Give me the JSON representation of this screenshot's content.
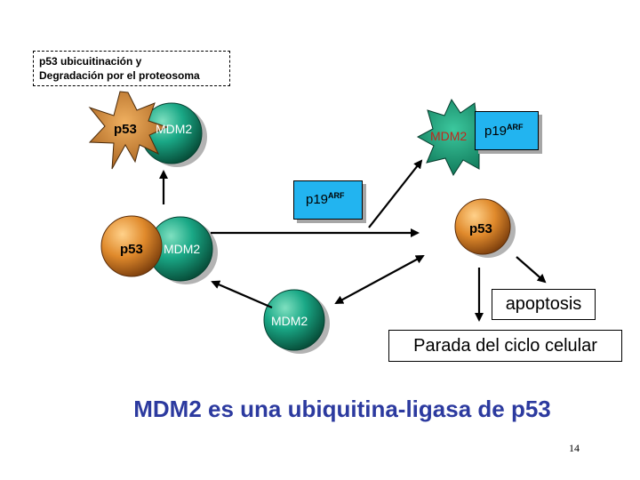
{
  "note": {
    "line1": "p53 ubicuitinación y",
    "line2": "Degradación por el proteosoma"
  },
  "nodes": {
    "complex_top_p53": "p53",
    "complex_top_mdm2": "MDM2",
    "complex_left_p53": "p53",
    "complex_left_mdm2": "MDM2",
    "mdm2_free": "MDM2",
    "p53_free": "p53",
    "mdm2_bound": "MDM2"
  },
  "p19": {
    "base": "p19",
    "sup": "ARF"
  },
  "outcomes": {
    "apoptosis": "apoptosis",
    "arrest": "Parada del ciclo celular"
  },
  "title": "MDM2 es una ubiquitina-ligasa de p53",
  "page_number": "14",
  "colors": {
    "title": "#2c3a9f",
    "p19_box": "#22b4f0",
    "mdm2_green": "#129a7a",
    "p53_orange": "#d9822b",
    "star_brown": "#c77a2a",
    "mdm2_label_red": "#c0281c"
  }
}
